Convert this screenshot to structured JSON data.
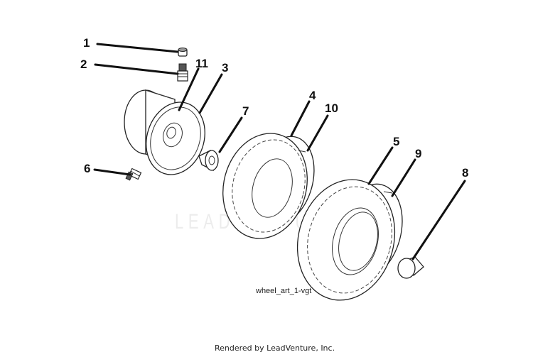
{
  "callouts": {
    "c1": "1",
    "c2": "2",
    "c3": "3",
    "c4": "4",
    "c5": "5",
    "c6": "6",
    "c7": "7",
    "c8": "8",
    "c9": "9",
    "c10": "10",
    "c11": "11"
  },
  "drawing_ref": "wheel_art_1-vgt",
  "watermark": "LEADVENTURE",
  "footer": "Rendered by LeadVenture, Inc."
}
